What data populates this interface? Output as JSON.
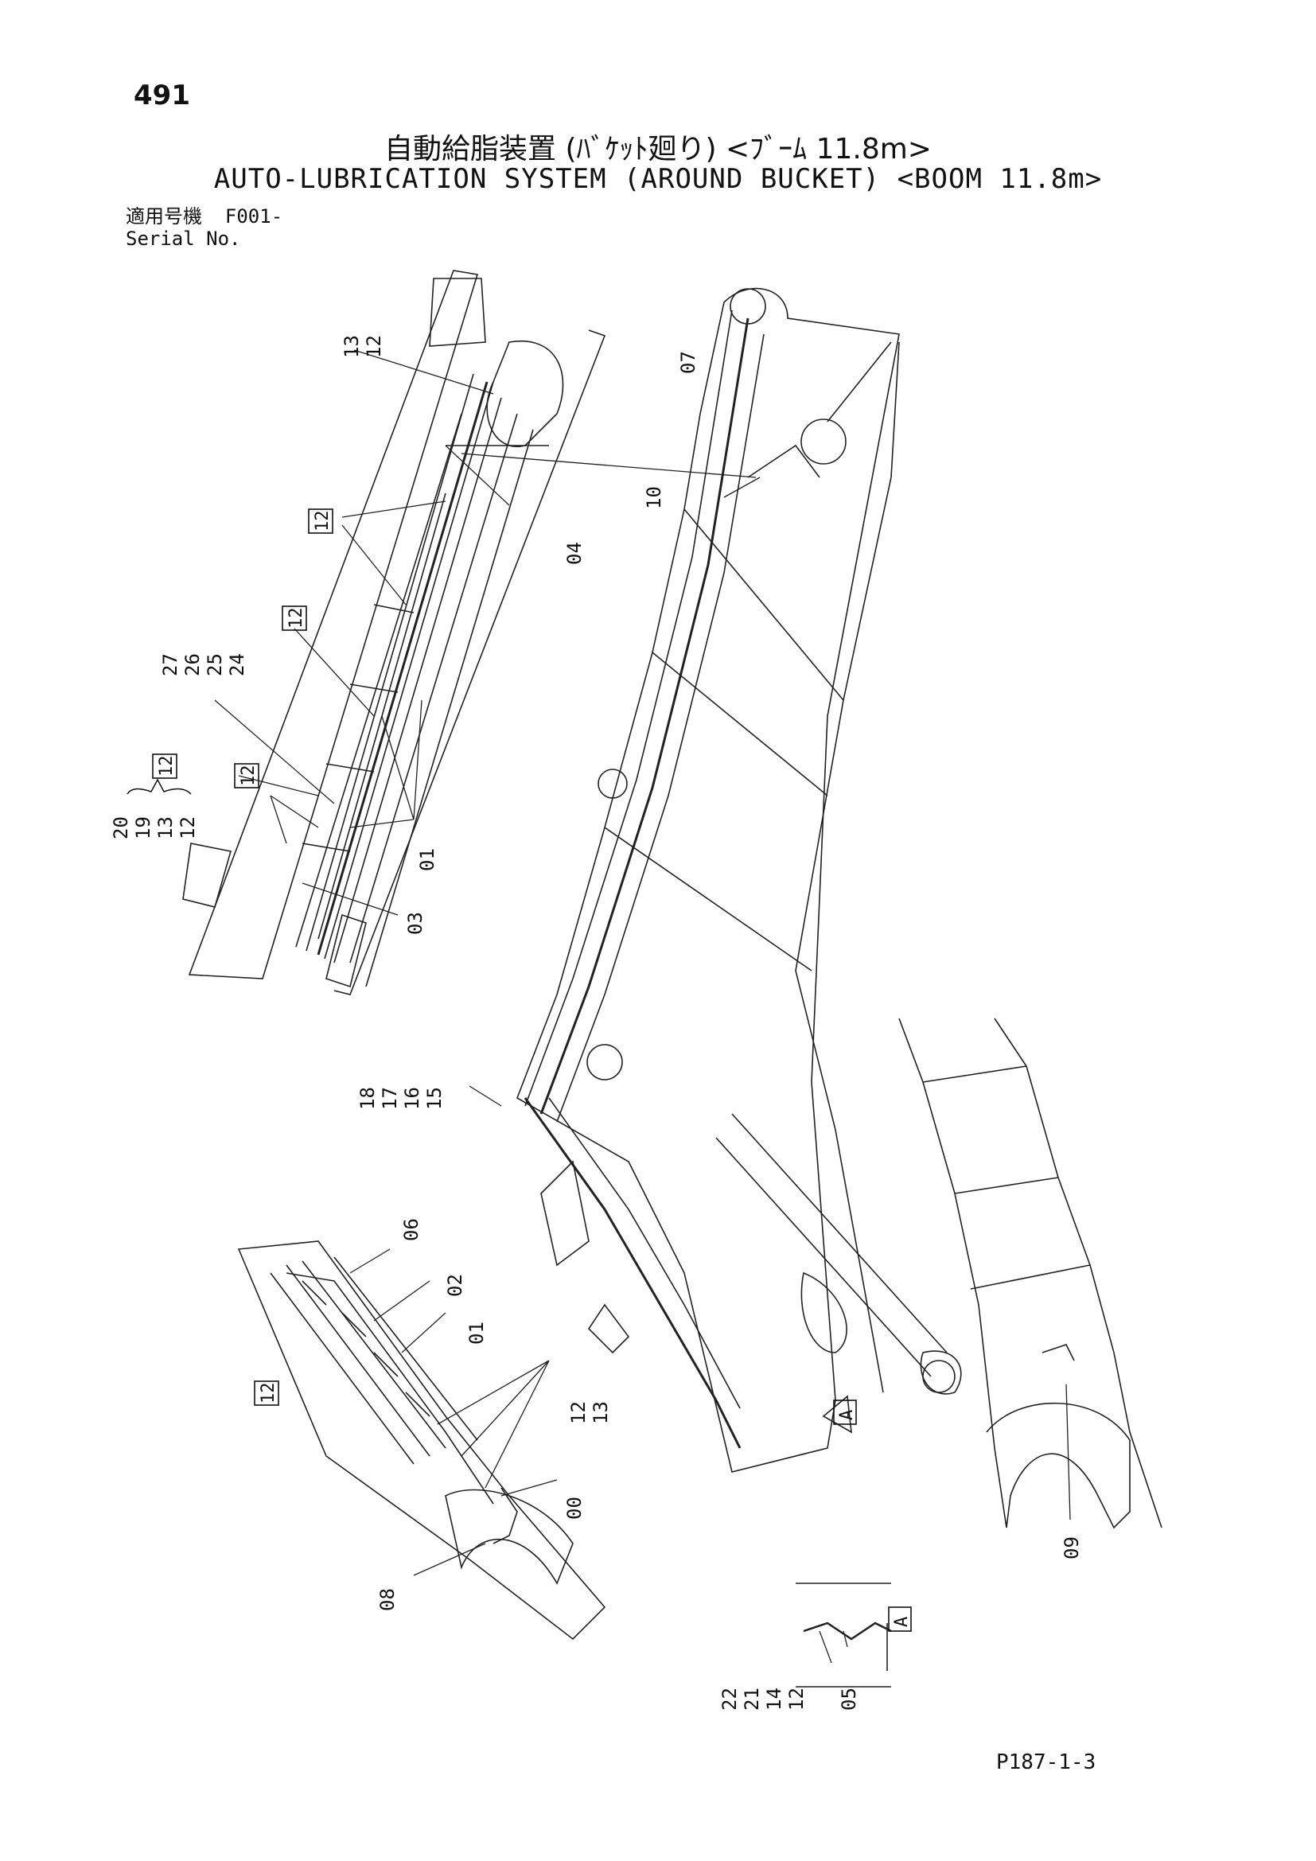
{
  "header": {
    "page_number": "491",
    "title_jp": "自動給脂装置 (ﾊﾞｹｯﾄ廻り) <ﾌﾞｰﾑ 11.8m>",
    "title_en": "AUTO-LUBRICATION SYSTEM (AROUND BUCKET) <BOOM 11.8m>"
  },
  "serial": {
    "label_jp": "適用号機",
    "value": "F001-",
    "label_en": "Serial No."
  },
  "footer": {
    "page_code": "P187-1-3"
  },
  "callouts": {
    "c13_top": "13",
    "c12_top": "12",
    "c07": "07",
    "c10": "10",
    "c04": "04",
    "box12_a": "12",
    "box12_b": "12",
    "box12_c": "12",
    "box12_d": "12",
    "box12_e": "12",
    "c27": "27",
    "c26": "26",
    "c25": "25",
    "c24": "24",
    "c20": "20",
    "c19": "19",
    "c13_left": "13",
    "c12_left": "12",
    "c01_upper": "01",
    "c03": "03",
    "c18": "18",
    "c17": "17",
    "c16": "16",
    "c15": "15",
    "c06": "06",
    "c02": "02",
    "c01_lower": "01",
    "c12_lower": "12",
    "c13_lower": "13",
    "c00": "00",
    "c08": "08",
    "c09": "09",
    "c22": "22",
    "c21": "21",
    "c14": "14",
    "c12_detail": "12",
    "c05": "05",
    "view_a": "A",
    "view_a_detail": "A"
  }
}
